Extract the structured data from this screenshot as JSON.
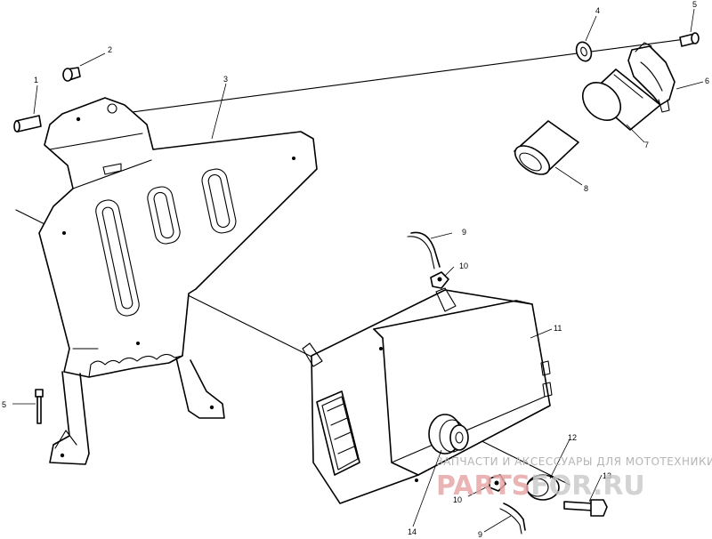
{
  "diagram": {
    "callouts": [
      {
        "id": "c1",
        "label": "1"
      },
      {
        "id": "c2",
        "label": "2"
      },
      {
        "id": "c3",
        "label": "3"
      },
      {
        "id": "c4",
        "label": "4"
      },
      {
        "id": "c5a",
        "label": "5"
      },
      {
        "id": "c5b",
        "label": "5"
      },
      {
        "id": "c6",
        "label": "6"
      },
      {
        "id": "c7",
        "label": "7"
      },
      {
        "id": "c8",
        "label": "8"
      },
      {
        "id": "c9a",
        "label": "9"
      },
      {
        "id": "c9b",
        "label": "9"
      },
      {
        "id": "c10a",
        "label": "10"
      },
      {
        "id": "c10b",
        "label": "10"
      },
      {
        "id": "c11",
        "label": "11"
      },
      {
        "id": "c12",
        "label": "12"
      },
      {
        "id": "c13",
        "label": "13"
      },
      {
        "id": "c14",
        "label": "14"
      }
    ]
  },
  "watermark": {
    "tagline": "ЗАПЧАСТИ И АКСЕССУАРЫ ДЛЯ МОТОТЕХНИКИ",
    "logo_red": "PARTS",
    "logo_grey": "FOR.RU",
    "logo_red_color": "#e8a7a7",
    "logo_grey_color": "#c8c8c8"
  }
}
